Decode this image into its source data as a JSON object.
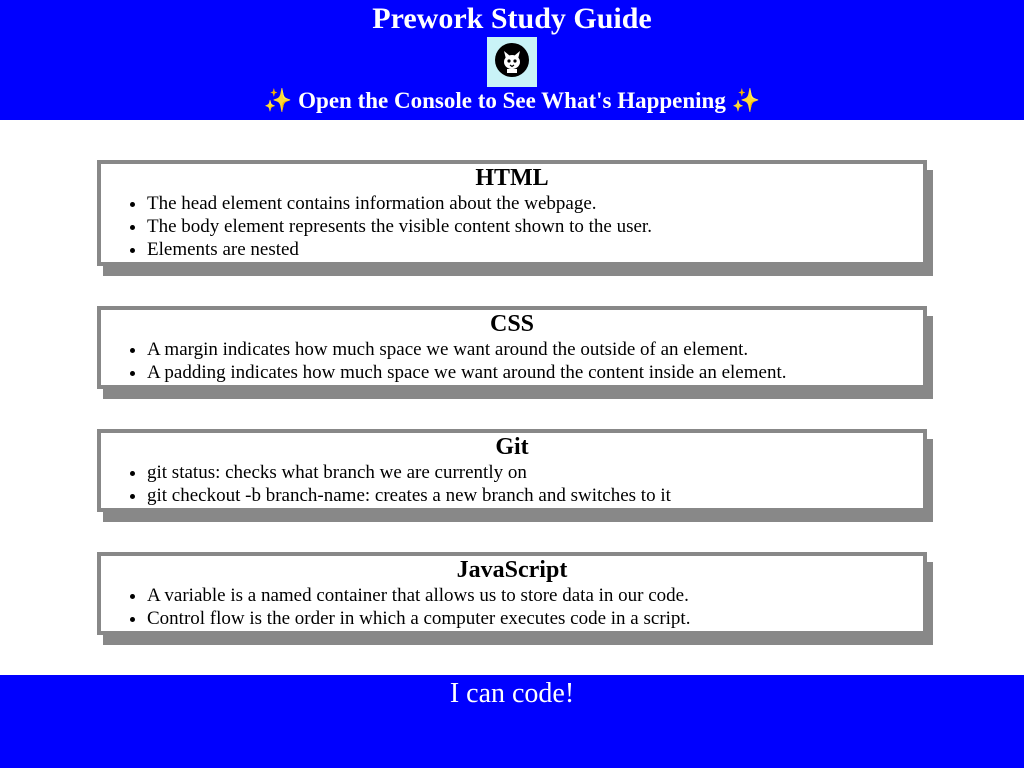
{
  "header": {
    "title": "Prework Study Guide",
    "subtitle": "✨ Open the Console to See What's Happening ✨",
    "logo_icon": "cat-icon"
  },
  "sections": [
    {
      "title": "HTML",
      "items": [
        "The head element contains information about the webpage.",
        "The body element represents the visible content shown to the user.",
        "Elements are nested"
      ]
    },
    {
      "title": "CSS",
      "items": [
        "A margin indicates how much space we want around the outside of an element.",
        "A padding indicates how much space we want around the content inside an element."
      ]
    },
    {
      "title": "Git",
      "items": [
        "git status: checks what branch we are currently on",
        "git checkout -b branch-name: creates a new branch and switches to it"
      ]
    },
    {
      "title": "JavaScript",
      "items": [
        "A variable is a named container that allows us to store data in our code.",
        "Control flow is the order in which a computer executes code in a script."
      ]
    }
  ],
  "footer": {
    "text": "I can code!"
  },
  "colors": {
    "header_bg": "#0000ff",
    "footer_bg": "#0000ff",
    "card_border": "#888888",
    "logo_bg": "#c9f3f7"
  }
}
